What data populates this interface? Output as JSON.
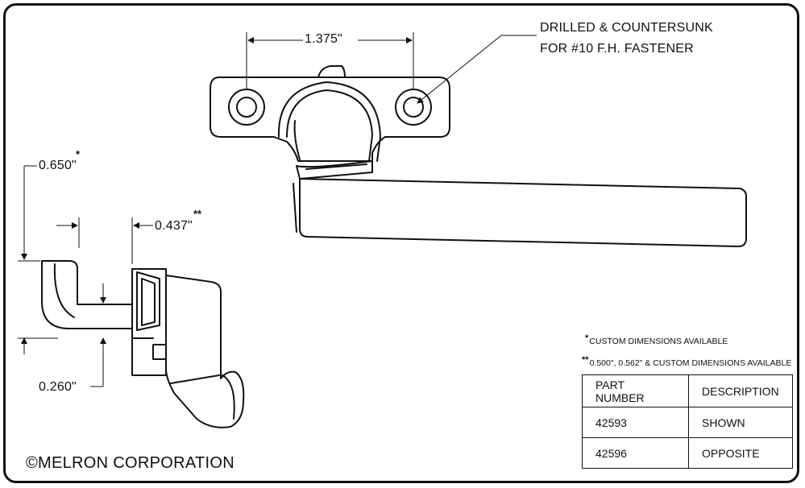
{
  "dimensions": {
    "hole_spacing": "1.375\"",
    "hook_height": "0.650\"",
    "hook_height_mark": "*",
    "offset": "0.437\"",
    "offset_mark": "**",
    "arm_gap": "0.260\""
  },
  "callout": {
    "line1": "DRILLED & COUNTERSUNK",
    "line2": "FOR #10 F.H. FASTENER"
  },
  "notes": [
    {
      "mark": "*",
      "text": "CUSTOM DIMENSIONS AVAILABLE"
    },
    {
      "mark": "**",
      "text": "0.500\", 0.562\" & CUSTOM DIMENSIONS AVAILABLE"
    }
  ],
  "parts_table": {
    "headers": [
      "PART NUMBER",
      "DESCRIPTION"
    ],
    "rows": [
      [
        "42593",
        "SHOWN"
      ],
      [
        "42596",
        "OPPOSITE"
      ]
    ]
  },
  "copyright": "©MELRON CORPORATION"
}
